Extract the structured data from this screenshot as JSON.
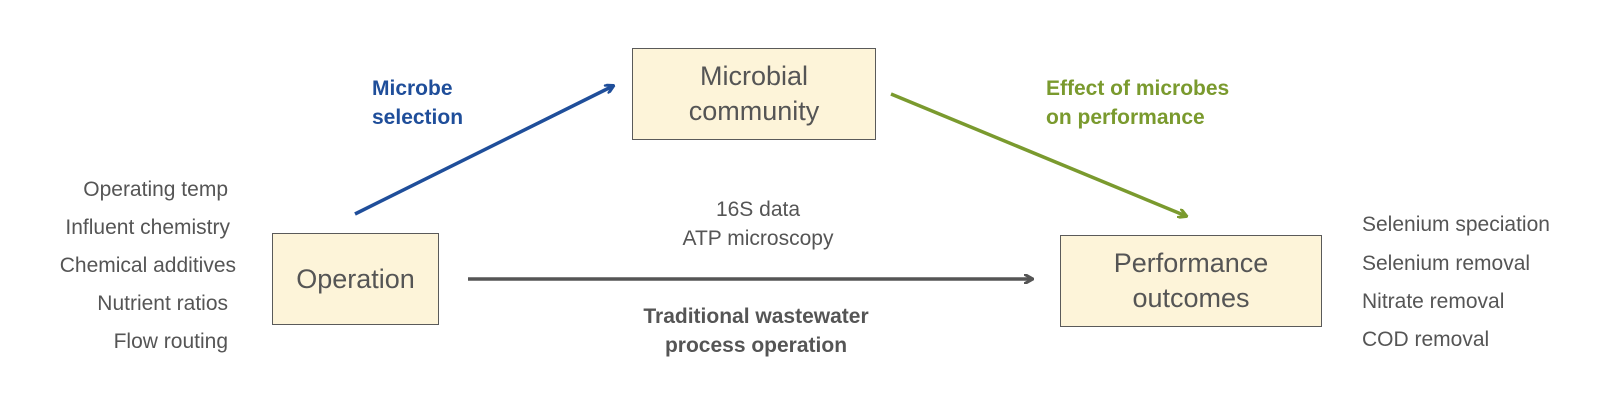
{
  "boxes": {
    "microbial_community": [
      "Microbial",
      "community"
    ],
    "operation": "Operation",
    "performance_outcomes": [
      "Performance",
      "outcomes"
    ]
  },
  "operating_factors": [
    "Operating temp",
    "Influent chemistry",
    "Chemical additives",
    "Nutrient ratios",
    "Flow routing"
  ],
  "performance_metrics": [
    "Selenium speciation",
    "Selenium removal",
    "Nitrate removal",
    "COD removal"
  ],
  "arrow_labels": {
    "microbe_selection": [
      "Microbe",
      "selection"
    ],
    "effect_on_performance": [
      "Effect of microbes",
      "on performance"
    ],
    "data_sources": [
      "16S data",
      "ATP microscopy"
    ],
    "traditional": [
      "Traditional wastewater",
      "process operation"
    ]
  },
  "colors": {
    "microbe_selection_arrow": "#1f4e9a",
    "effect_arrow": "#7a9a2e",
    "traditional_arrow": "#555555",
    "box_fill": "#fdf4d9",
    "box_border": "#5a5a5a",
    "text": "#555555"
  }
}
